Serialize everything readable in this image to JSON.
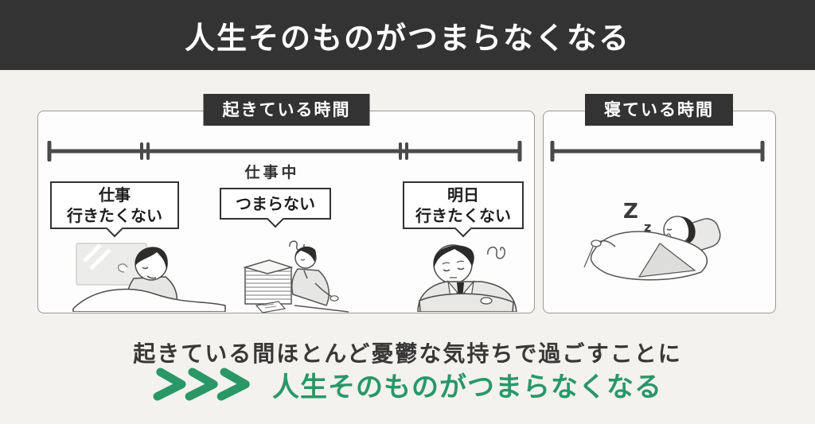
{
  "header": {
    "title": "人生そのものがつまらなくなる"
  },
  "panels": {
    "awake": {
      "label": "起きている時間",
      "work_label": "仕事中",
      "bubbles": [
        {
          "lines": [
            "仕事",
            "行きたくない"
          ]
        },
        {
          "lines": [
            "つまらない"
          ]
        },
        {
          "lines": [
            "明日",
            "行きたくない"
          ]
        }
      ],
      "illustrations": [
        "depressed-person-in-bed-by-window",
        "worker-overwhelmed-by-paper-stack",
        "man-arms-crossed-frustrated"
      ]
    },
    "sleep": {
      "label": "寝ている時間",
      "illustration": "person-sleeping-in-bed",
      "zzz": [
        "Z",
        "z"
      ]
    }
  },
  "conclusion": {
    "line1": "起きている間ほとんど憂鬱な気持ちで過ごすことに",
    "line2": "人生そのものがつまらなくなる"
  },
  "colors": {
    "header_bg": "#333333",
    "page_bg": "#f4f2ee",
    "panel_bg": "#fdfdfd",
    "panel_border": "#9a9a98",
    "timeline": "#4a4a4a",
    "dark_text": "#383838",
    "accent_green": "#2a9768"
  }
}
